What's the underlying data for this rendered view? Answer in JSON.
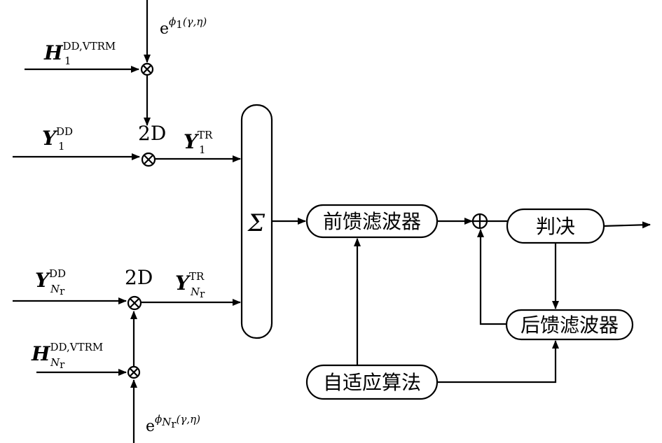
{
  "inputs": {
    "h1": {
      "main": "H",
      "sup": "DD,VTRM",
      "sub": "1"
    },
    "y1": {
      "main": "Y",
      "sup": "DD",
      "sub": "1"
    },
    "yn": {
      "main": "Y",
      "sup": "DD",
      "sub_main": "N",
      "sub_sub": "r"
    },
    "hn": {
      "main": "H",
      "sup": "DD,VTRM",
      "sub_main": "N",
      "sub_sub": "r"
    }
  },
  "phases": {
    "phase1": {
      "base": "e",
      "sup_phi": "ϕ",
      "sup_sub": "1",
      "sup_args": "(γ,η)"
    },
    "phasen": {
      "base": "e",
      "sup_phi": "ϕ",
      "sup_sub_main": "N",
      "sup_sub_sub": "r",
      "sup_args": "(γ,η)"
    }
  },
  "two_d_labels": {
    "upper": "2D",
    "lower": "2D"
  },
  "outputs": {
    "y1tr": {
      "main": "Y",
      "sup": "TR",
      "sub": "1"
    },
    "yntr": {
      "main": "Y",
      "sup": "TR",
      "sub_main": "N",
      "sub_sub": "r"
    }
  },
  "symbols": {
    "multiply": "⊗",
    "add": "⊕",
    "sum": "Σ"
  },
  "blocks": {
    "feedforward": "前馈滤波器",
    "decision": "判决",
    "feedback": "后馈滤波器",
    "adaptive": "自适应算法"
  }
}
